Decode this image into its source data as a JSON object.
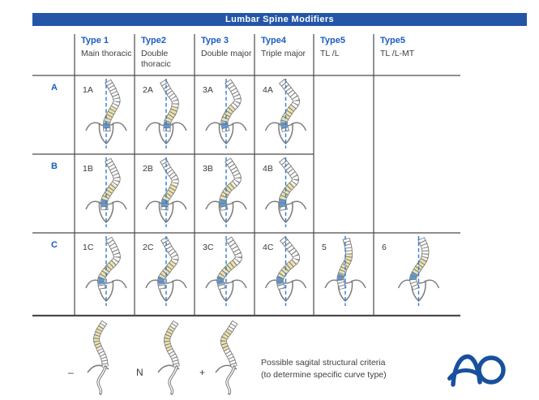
{
  "title": "Lumbar Spine Modifiers",
  "columns": [
    {
      "type": "Type 1",
      "desc": "Main thoracic"
    },
    {
      "type": "Type2",
      "desc": "Double thoracic"
    },
    {
      "type": "Type 3",
      "desc": "Double major"
    },
    {
      "type": "Type4",
      "desc": "Triple major"
    },
    {
      "type": "Type5",
      "desc": "TL /L"
    },
    {
      "type": "Type5",
      "desc": "TL /L-MT"
    }
  ],
  "rows": [
    "A",
    "B",
    "C"
  ],
  "cells": [
    {
      "row": 0,
      "col": 0,
      "label": "1A"
    },
    {
      "row": 0,
      "col": 1,
      "label": "2A"
    },
    {
      "row": 0,
      "col": 2,
      "label": "3A"
    },
    {
      "row": 0,
      "col": 3,
      "label": "4A"
    },
    {
      "row": 1,
      "col": 0,
      "label": "1B"
    },
    {
      "row": 1,
      "col": 1,
      "label": "2B"
    },
    {
      "row": 1,
      "col": 2,
      "label": "3B"
    },
    {
      "row": 1,
      "col": 3,
      "label": "4B"
    },
    {
      "row": 2,
      "col": 0,
      "label": "1C"
    },
    {
      "row": 2,
      "col": 1,
      "label": "2C"
    },
    {
      "row": 2,
      "col": 2,
      "label": "3C"
    },
    {
      "row": 2,
      "col": 3,
      "label": "4C"
    },
    {
      "row": 2,
      "col": 4,
      "label": "5"
    },
    {
      "row": 2,
      "col": 5,
      "label": "6"
    }
  ],
  "footer": {
    "sagittal_labels": [
      "–",
      "N",
      "+"
    ],
    "caption": [
      "Possible sagital structural criteria",
      "(to determine specific curve type)"
    ],
    "logo_text": "AO"
  },
  "colors": {
    "header_bar": "#2456a7",
    "accent_blue": "#1a5cc0",
    "grid": "#4a4a4a",
    "spine_gray": "#7d7d7d",
    "vertebra_yellow": "#eee3ab",
    "vertebra_blue": "#5f9bd6",
    "plumb_blue": "#2e7ad2",
    "logo_blue": "#17509e",
    "text": "#3f3f3f"
  }
}
